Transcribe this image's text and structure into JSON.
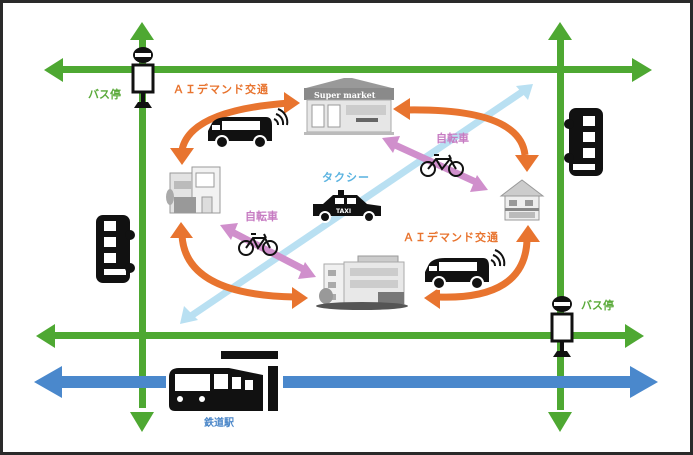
{
  "title": "地域交通ネットワーク概念図",
  "labels": {
    "ai_demand_top": "ＡＩデマンド交通",
    "ai_demand_bottom": "ＡＩデマンド交通",
    "bus_stop_top": "バス停",
    "bus_stop_bottom": "バス停",
    "bicycle_left": "自転車",
    "bicycle_right": "自転車",
    "taxi": "タクシー",
    "rail_station": "鉄道駅",
    "supermarket_sign": "Super market",
    "taxi_sign": "TAXI"
  },
  "nodes": [
    {
      "id": "supermarket",
      "type": "supermarket-building"
    },
    {
      "id": "house-left",
      "type": "house"
    },
    {
      "id": "house-right",
      "type": "house"
    },
    {
      "id": "hospital",
      "type": "hospital-building"
    },
    {
      "id": "railway-station",
      "type": "train-station"
    },
    {
      "id": "bus-stop-top-left",
      "type": "bus-stop"
    },
    {
      "id": "bus-stop-bottom-right",
      "type": "bus-stop"
    }
  ],
  "links": [
    {
      "from": "house-left",
      "to": "supermarket",
      "mode": "ai-demand",
      "label_ref": "ai_demand_top"
    },
    {
      "from": "supermarket",
      "to": "house-right",
      "mode": "ai-demand"
    },
    {
      "from": "house-left",
      "to": "hospital",
      "mode": "ai-demand"
    },
    {
      "from": "hospital",
      "to": "house-right",
      "mode": "ai-demand",
      "label_ref": "ai_demand_bottom"
    },
    {
      "from": "supermarket",
      "to": "house-right",
      "mode": "bicycle",
      "label_ref": "bicycle_right"
    },
    {
      "from": "house-left",
      "to": "hospital",
      "mode": "bicycle",
      "label_ref": "bicycle_left"
    },
    {
      "from": "bottom-left",
      "to": "top-right",
      "mode": "taxi",
      "label_ref": "taxi"
    }
  ],
  "colors": {
    "bus_route": "#4ea832",
    "rail": "#4a88cc",
    "ai_demand": "#e8742f",
    "bicycle": "#d08fcc",
    "taxi": "#b9e0f2",
    "icon": "#111111",
    "building": "#9a9a9a"
  }
}
